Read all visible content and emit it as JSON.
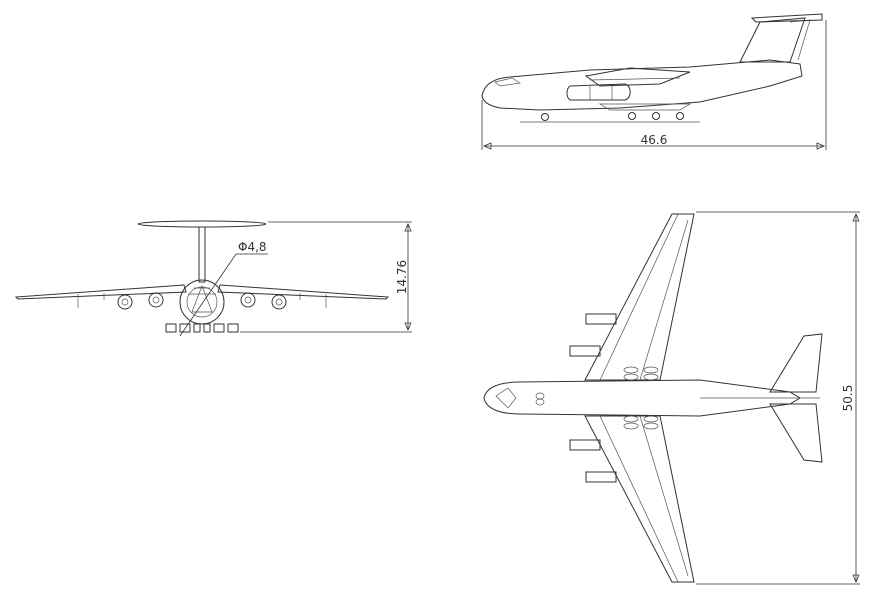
{
  "views": {
    "side": {
      "length_label": "46.6"
    },
    "front": {
      "height_label": "14.76",
      "radome_label": "Φ4,8"
    },
    "top": {
      "span_label": "50.5"
    }
  },
  "colors": {
    "line": "#333333",
    "background": "#ffffff"
  }
}
